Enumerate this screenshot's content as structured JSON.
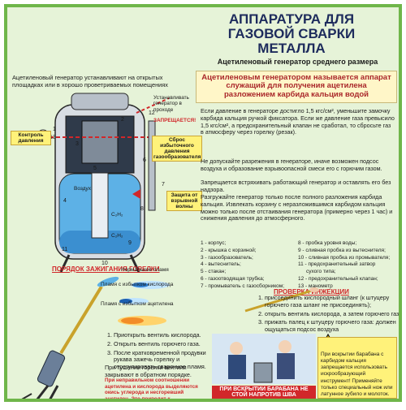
{
  "title": "АППАРАТУРА ДЛЯ ГАЗОВОЙ СВАРКИ МЕТАЛЛА",
  "subtitle": "Ацетиленовый генератор среднего размера",
  "definition": "Ацетиленовым генератором называется аппарат служащий для получения ацетилена разложением карбида кальция водой",
  "intro": "Ацетиленовый генератор устанавливают на открытых площадках или в хорошо проветриваемых помещениях",
  "diagram": {
    "label_install": "Устанавливать генератор в проходе",
    "label_forbidden": "ЗАПРЕЩАЕТСЯ!",
    "label_control": "Контроль давления",
    "label_relief": "Сброс избыточного давления газообразователя",
    "label_air": "Воздух",
    "label_c2h2_top": "C₂H₂",
    "label_c2h2_bottom": "C₂H₂",
    "label_protect": "Защита от взрывной волны",
    "numbers": [
      "1",
      "2",
      "3",
      "4",
      "5",
      "6",
      "7",
      "8",
      "9",
      "10",
      "11",
      "12",
      "13"
    ]
  },
  "paragraphs": [
    "Если давление в генераторе достигло 1,5 кгс/см², уменьшите замочку карбида кальция ручкой фиксатора. Если же давление газа превысило 1,5 кгс/см², а предохранительный клапан не сработал, то сбросьте газ в атмосферу через горелку (резак).",
    "Не допускайте разрежения в генераторе, иначе возможен подсос воздуха и образование взрывоопасной смеси его с горючим газом.",
    "Запрещается встряхивать работающий генератор и оставлять его без надзора.",
    "Разгружайте генератор только после полного разложения карбида кальция. Извлекать корзину с неразложившимся карбидом кальция можно только после отстаивания генератора (примерно через 1 час) и снижения давления до атмосферного."
  ],
  "legend_left": [
    "1 - корпус;",
    "2 - крышка с корзиной;",
    "3 - газообразователь;",
    "4 - вытеснитель;",
    "5 - стакан;",
    "6 - газоотводящая трубка;",
    "7 - промыватель с газосборником;"
  ],
  "legend_right": [
    "8 - пробка уровня воды;",
    "9 - сливная пробка из вытеснителя;",
    "10 - сливная пробка из промывателя;",
    "11 - предохранительный затвор",
    "сухого типа;",
    "12 - предохранительный клапан;",
    "13 - манометр"
  ],
  "ignition": {
    "title": "ПОРЯДОК ЗАЖИГАНИЯ ГОРЕЛКИ",
    "flame_normal": "Нормальное пламя",
    "flame_oxygen": "Пламя с избытком кислорода",
    "flame_acetylene": "Пламя с избытком ацетилена",
    "steps": [
      "Приоткрыть вентиль кислорода.",
      "Открыть вентиль горючего газа.",
      "После кратковременной продувки рукава зажечь горелку и отрегулировать сварочное пламя."
    ],
    "extinguish": "При тушении горелки вентили закрывают в обратном порядке.",
    "warning": "При неправильном соотношении ацетилена и кислорода выделяются окись углерода и несгоревший ацетилен. Это приводит к отравлениям и появлению взрывоопасных смесей!"
  },
  "injection": {
    "title": "ПРОВЕРКА ИНЖЕКЦИИ",
    "steps": [
      "присоединить кислородный шланг (к штуцеру горючего газа шланг не присоединять);",
      "открыть вентиль кислорода, а затем горючего газа;",
      "прижать палец к штуцеру горючего газа: должен ощущаться подсос воздуха"
    ]
  },
  "drum_warning": "ПРИ ВСКРЫТИИ БАРАБАНА НЕ СТОЙ НАПРОТИВ ШВА",
  "drum_text": "При вскрытии барабана с карбидом кальция запрещается использовать искрообразующий инструмент! Применяйте только специальный нож или латунное зубило и молоток. Место вскрытия шва смазывайте солидолом и обязательно надевайте защитные очки и рукавицы. Раскупоренный карбид кальция храните в герметичном бидоне с резиновым уплотнением крышки. Гайку на крышке откручивайте только ключом",
  "colors": {
    "accent_green": "#6fb64a",
    "title_blue": "#1d2b5c",
    "warning_red": "#d1272a",
    "highlight_yellow": "#fff27a"
  }
}
